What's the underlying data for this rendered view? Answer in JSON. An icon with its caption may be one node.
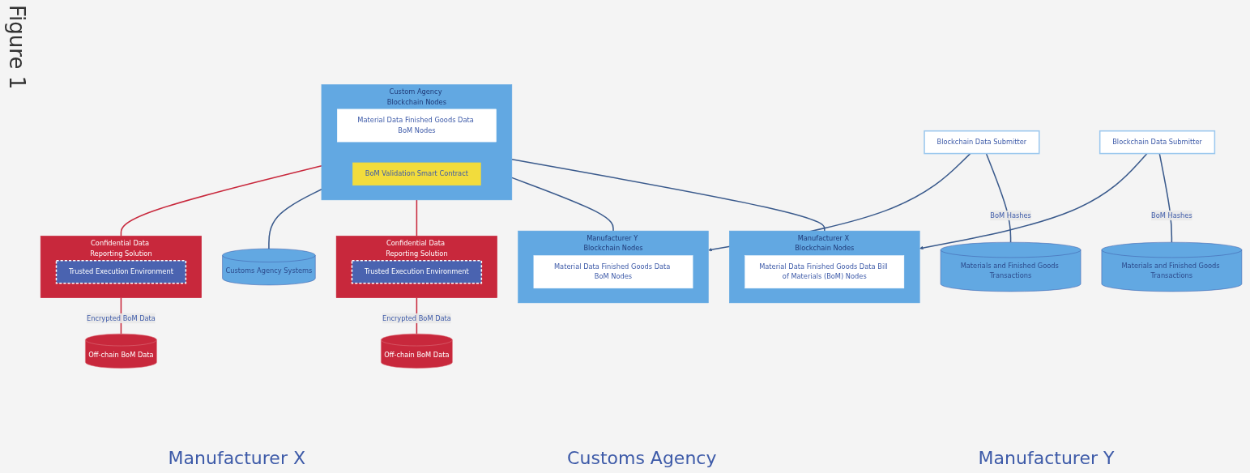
{
  "diagram": {
    "nodes": [
      {
        "text": [
          "Manufacturer X Blockchain Nodes"
        ]
      },
      {
        "text": [
          "Material Data Finished Goods Data Bill of Materials (BoM) Nodes"
        ],
        "in": 0
      },
      {
        "text": [
          "Custom Agency Blockchain Nodes"
        ]
      },
      {
        "text": [
          "Material Data Finished Goods Data BoM Nodes"
        ],
        "in": 2
      },
      {
        "text": [
          "BoM Validation Smart Contract"
        ],
        "in": 2
      },
      {
        "text": [
          "Manufacturer Y Blockchain Nodes"
        ]
      },
      {
        "text": [
          "Material Data Finished Goods Data BoM Nodes"
        ],
        "in": 5
      },
      {
        "text": [
          "Blockchain Data Submitter"
        ]
      },
      {
        "text": [
          "Confidential Data Reporting Solution"
        ]
      },
      {
        "text": [
          "Trusted Execution Environment"
        ],
        "in": 8
      },
      {
        "text": [
          "Confidential Data Reporting Solution"
        ]
      },
      {
        "text": [
          "Trusted Execution Environment"
        ],
        "in": 10
      },
      {
        "text": [
          "Blockchain Data Submitter"
        ]
      },
      {
        "text": [
          "Materials and Finished Goods Transactions"
        ]
      },
      {
        "text": [
          "Off-chain BoM Data"
        ]
      },
      {
        "text": [
          "Customs Agency Systems"
        ]
      },
      {
        "text": [
          "Off-chain BoM Data"
        ]
      },
      {
        "text": [
          "Materials and Finished Goods Transactions"
        ]
      }
    ],
    "edges": [
      {
        "from": 2,
        "to": 0,
        "arrow": "none"
      },
      {
        "from": 2,
        "to": 5,
        "arrow": "none"
      },
      {
        "from": 2,
        "to": 8,
        "arrow": "none",
        "color": "#c8283c"
      },
      {
        "from": 8,
        "to": 14,
        "arrow": "none",
        "label": "Encrypted BoM Data",
        "color": "#c8283c"
      },
      {
        "from": 2,
        "to": 15,
        "arrow": "none"
      },
      {
        "from": 2,
        "to": 10,
        "arrow": "none",
        "color": "#c8283c"
      },
      {
        "from": 10,
        "to": 16,
        "arrow": "none",
        "label": "Encrypted BoM Data",
        "color": "#c8283c"
      },
      {
        "from": 7,
        "to": 0,
        "arrow": "to"
      },
      {
        "from": 7,
        "to": 13,
        "arrow": "none",
        "label": "BoM Hashes"
      },
      {
        "from": 12,
        "to": 5,
        "arrow": "to"
      },
      {
        "from": 12,
        "to": 17,
        "arrow": "none",
        "label": "BoM Hashes"
      }
    ],
    "labels": [
      "Figure 1",
      "Manufacturer X",
      "Customs Agency",
      "Manufacturer Y"
    ]
  }
}
